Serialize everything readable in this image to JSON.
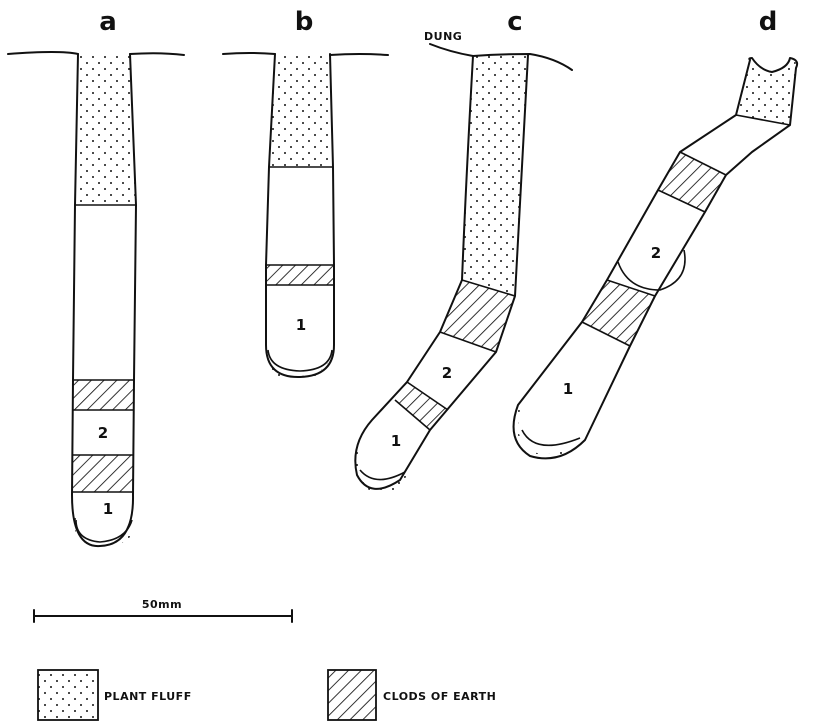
{
  "panels": [
    {
      "letter": "a",
      "cells": [
        "2",
        "1"
      ]
    },
    {
      "letter": "b",
      "cells": [
        "1"
      ]
    },
    {
      "letter": "c",
      "cells": [
        "2",
        "1"
      ],
      "surface_label": "DUNG"
    },
    {
      "letter": "d",
      "cells": [
        "2",
        "1"
      ]
    }
  ],
  "scale_bar": {
    "label": "50mm"
  },
  "legend": {
    "plant_fluff": "PLANT FLUFF",
    "clods_of_earth": "CLODS OF EARTH"
  },
  "colors": {
    "ink": "#111111",
    "background": "#ffffff"
  }
}
